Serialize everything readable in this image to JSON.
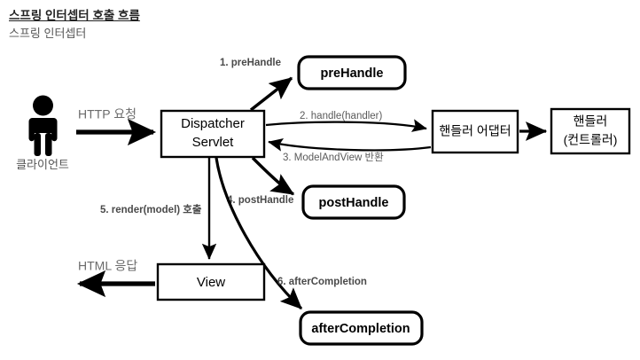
{
  "header": {
    "title": "스프링 인터셉터 호출 흐름",
    "subtitle": "스프링 인터셉터"
  },
  "diagram": {
    "type": "flow",
    "actor": {
      "icon": "person-icon",
      "label": "클라이언트"
    },
    "nodes": {
      "dispatcher_servlet": {
        "line1": "Dispatcher",
        "line2": "Servlet",
        "shape": "rect"
      },
      "pre_handle": {
        "label": "preHandle",
        "shape": "rounded"
      },
      "post_handle": {
        "label": "postHandle",
        "shape": "rounded"
      },
      "after_completion": {
        "label": "afterCompletion",
        "shape": "rounded"
      },
      "handler_adapter": {
        "label": "핸들러 어댑터",
        "shape": "rect"
      },
      "handler": {
        "line1": "핸들러",
        "line2": "(컨트롤러)",
        "shape": "rect"
      },
      "view": {
        "label": "View",
        "shape": "rect"
      }
    },
    "edge_labels": {
      "http_request": "HTTP 요청",
      "http_response": "HTML 응답",
      "step1": "1. preHandle",
      "step2": "2. handle(handler)",
      "step3": "3. ModelAndView 반환",
      "step4": "4. postHandle",
      "step5": "5. render(model) 호출",
      "step6": "6. afterCompletion"
    },
    "colors": {
      "stroke": "#000000",
      "label_bold": "#4a4a4a",
      "label_regular": "#5a5a5a",
      "label_large": "#6b6b6b",
      "title": "#222222",
      "subtitle": "#555555",
      "background": "#ffffff"
    }
  }
}
